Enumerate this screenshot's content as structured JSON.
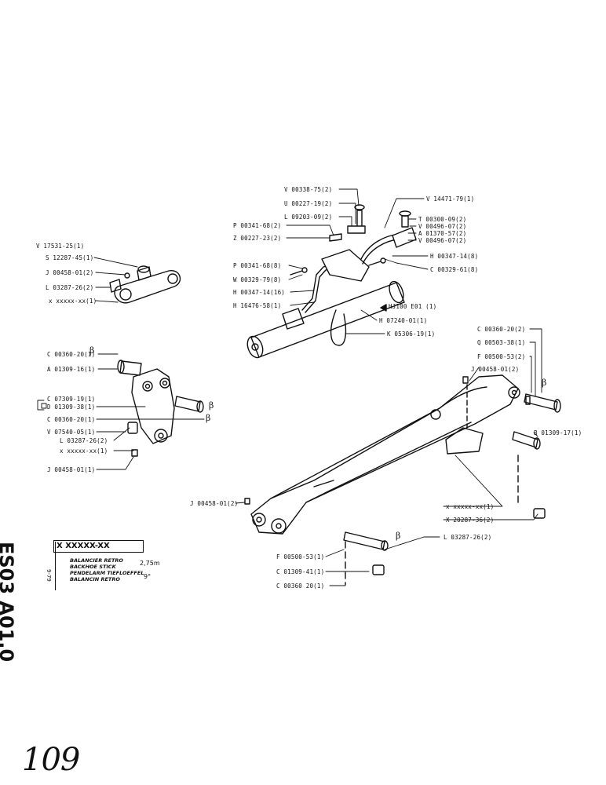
{
  "labels": {
    "top_cylinder": [
      "V 00338-75(2)",
      "U 00227-19(2)",
      "L 09203-09(2)",
      "P 00341-68(2)",
      "Z 00227-23(2)",
      "P 00341-68(8)",
      "W 00329-79(8)",
      "H 00347-14(16)",
      "H 16476-58(1)",
      "V 14471-79(1)",
      "T 00300-09(2)",
      "V 00496-07(2)",
      "A 01370-57(2)",
      "V 00496-07(2)",
      "H 00347-14(8)",
      "C 00329-61(8)",
      "HJ100 E01 (1)",
      "H 07240-01(1)",
      "K 05306-19(1)"
    ],
    "linkage": [
      "V 17531-25(1)",
      "S 12287-45(1)",
      "J 00458-01(2)",
      "L 03287-26(2)",
      "x xxxxx-xx(1)"
    ],
    "bracket": [
      "C 00360-20(1)",
      "A 01309-16(1)",
      "C 07309-19(1)",
      "D 01309-38(1)",
      "C 00360-20(1)",
      "V 07540-05(1)",
      "L 03287-26(2)",
      "x xxxxx-xx(1)",
      "J 00458-01(1)"
    ],
    "stick": [
      "C 00360-20(2)",
      "Q 00503-38(1)",
      "F 00500-53(2)",
      "J 00458-01(2)",
      "B 01309-17(1)",
      "J 00458-01(2)",
      "x xxxxx-xx(1)",
      "X 20287-36(2)",
      "L 03287-26(2)",
      "F 00500-53(1)",
      "C 01309-41(1)",
      "C 00360 20(1)"
    ]
  },
  "title_block": {
    "code": "X XXXXX-XX",
    "lines": [
      "BALANCIER RETRO",
      "BACKHOE STICK",
      "PENDELARM TIEFLOEFFEL",
      "BALANCIN RETRO"
    ],
    "length": "2,75m",
    "angle": "9°",
    "date": "9-79",
    "side_code": "ES03 A01.0"
  },
  "page_number": "109",
  "markers": {
    "beta": "β"
  }
}
